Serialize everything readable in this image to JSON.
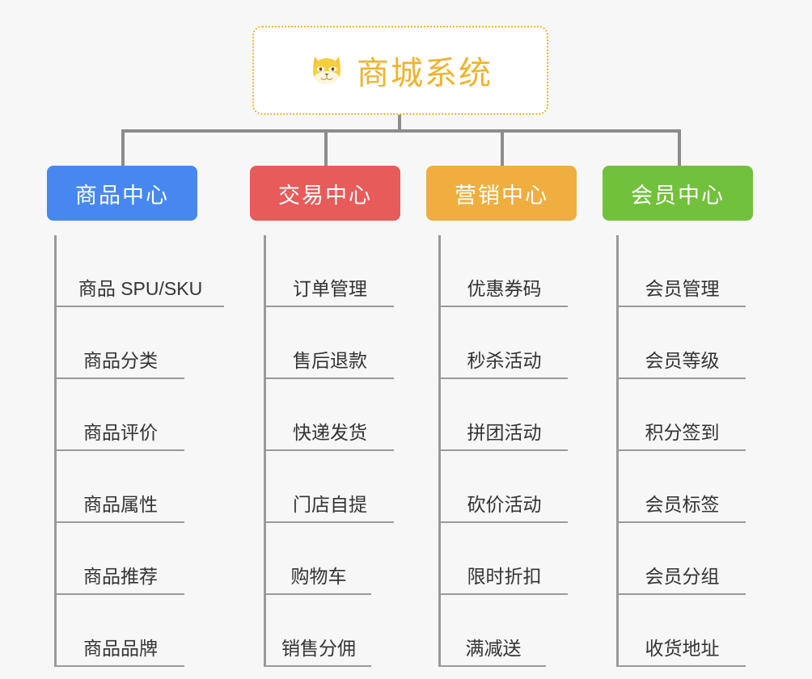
{
  "diagram": {
    "title": "商城系统",
    "root_icon": "shiba-dog-icon",
    "root_icon_glyph": "🐕",
    "background_color": "#f7f7f7",
    "root": {
      "label": "商城系统",
      "text_color": "#f0b32e",
      "border_color": "#f0b32e",
      "fill_color": "#ffffff"
    },
    "connector_color": "#8c8c8c",
    "branches": [
      {
        "label": "商品中心",
        "color": "#4788f0",
        "items": [
          "商品 SPU/SKU",
          "商品分类",
          "商品评价",
          "商品属性",
          "商品推荐",
          "商品品牌"
        ]
      },
      {
        "label": "交易中心",
        "color": "#e85b5b",
        "items": [
          "订单管理",
          "售后退款",
          "快递发货",
          "门店自提",
          "购物车",
          "销售分佣"
        ]
      },
      {
        "label": "营销中心",
        "color": "#efae3f",
        "items": [
          "优惠券码",
          "秒杀活动",
          "拼团活动",
          "砍价活动",
          "限时折扣",
          "满减送"
        ]
      },
      {
        "label": "会员中心",
        "color": "#72c13d",
        "items": [
          "会员管理",
          "会员等级",
          "积分签到",
          "会员标签",
          "会员分组",
          "收货地址"
        ]
      }
    ]
  }
}
